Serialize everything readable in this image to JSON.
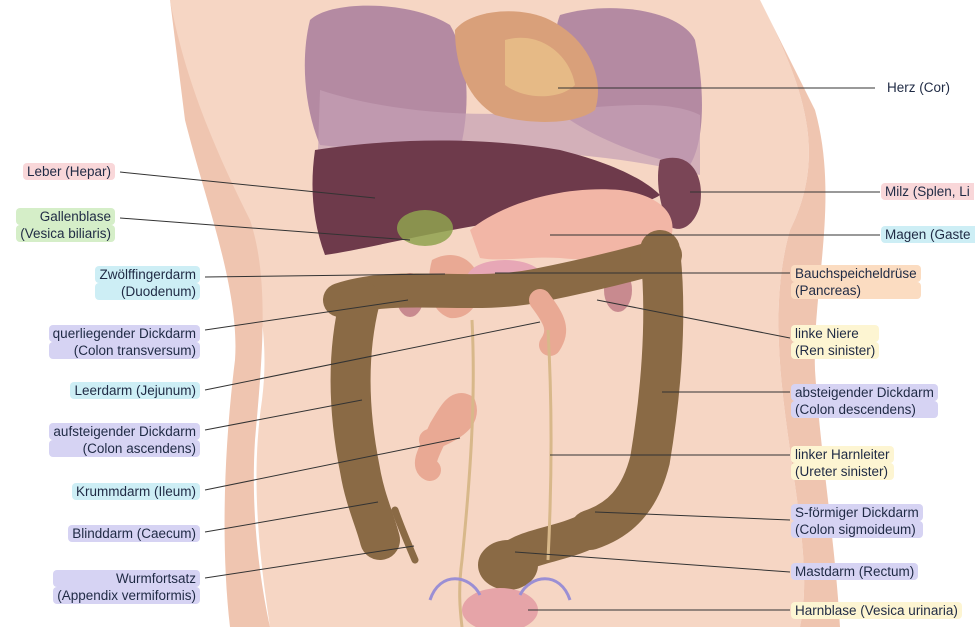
{
  "colors": {
    "pink": "#f9d7d9",
    "green": "#d5eec8",
    "cyan": "#cdeef5",
    "purple": "#d6d3f3",
    "orange": "#fbdcc1",
    "yellow": "#fdf5d2",
    "skin": "#f6d6c4",
    "liver": "#6e3a4b",
    "colon": "#8a6a45",
    "lung": "#b07e98"
  },
  "labels_left": [
    {
      "id": "leber",
      "line1": "Leber (Hepar)",
      "line2": "",
      "color": "pink"
    },
    {
      "id": "gallenblase",
      "line1": "Gallenblase",
      "line2": "(Vesica biliaris)",
      "color": "green"
    },
    {
      "id": "duodenum",
      "line1": "Zwölffingerdarm",
      "line2": "(Duodenum)",
      "color": "cyan"
    },
    {
      "id": "colon-transversum",
      "line1": "querliegender Dickdarm",
      "line2": "(Colon transversum)",
      "color": "purple"
    },
    {
      "id": "jejunum",
      "line1": "Leerdarm (Jejunum)",
      "line2": "",
      "color": "cyan"
    },
    {
      "id": "colon-ascendens",
      "line1": "aufsteigender Dickdarm",
      "line2": "(Colon ascendens)",
      "color": "purple"
    },
    {
      "id": "ileum",
      "line1": "Krummdarm (Ileum)",
      "line2": "",
      "color": "cyan"
    },
    {
      "id": "caecum",
      "line1": "Blinddarm (Caecum)",
      "line2": "",
      "color": "purple"
    },
    {
      "id": "appendix",
      "line1": "Wurmfortsatz",
      "line2": "(Appendix vermiformis)",
      "color": "purple"
    }
  ],
  "labels_right": [
    {
      "id": "herz",
      "line1": "Herz (Cor)",
      "line2": "",
      "color": "none"
    },
    {
      "id": "milz",
      "line1": "Milz (Splen, Li",
      "line2": "",
      "color": "pink"
    },
    {
      "id": "magen",
      "line1": "Magen (Gaste",
      "line2": "",
      "color": "cyan"
    },
    {
      "id": "pancreas",
      "line1": "Bauchspeicheldrüse",
      "line2": "(Pancreas)",
      "color": "orange"
    },
    {
      "id": "niere",
      "line1": "linke Niere",
      "line2": "(Ren sinister)",
      "color": "yellow"
    },
    {
      "id": "colon-descendens",
      "line1": "absteigender Dickdarm",
      "line2": "(Colon descendens)",
      "color": "purple"
    },
    {
      "id": "ureter",
      "line1": "linker Harnleiter",
      "line2": "(Ureter sinister)",
      "color": "yellow"
    },
    {
      "id": "sigmoideum",
      "line1": "S-förmiger Dickdarm",
      "line2": "(Colon sigmoideum)",
      "color": "purple"
    },
    {
      "id": "rectum",
      "line1": "Mastdarm (Rectum)",
      "line2": "",
      "color": "purple"
    },
    {
      "id": "harnblase",
      "line1": "Harnblase (Vesica urinaria)",
      "line2": "",
      "color": "yellow"
    }
  ]
}
